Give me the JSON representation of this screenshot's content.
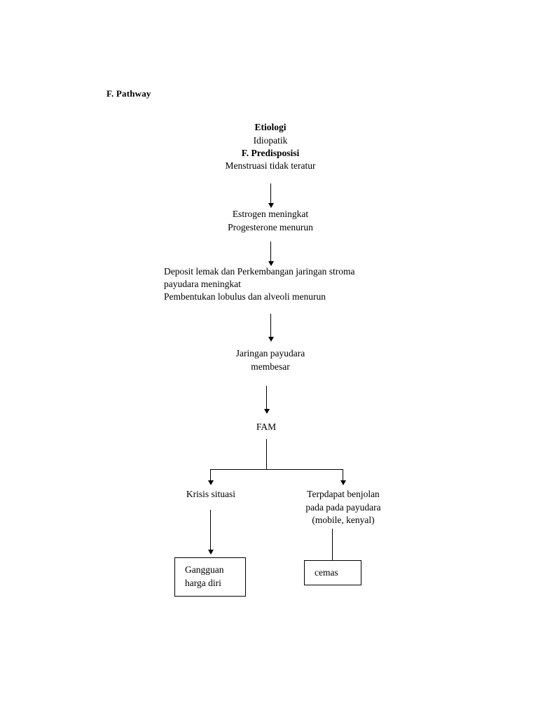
{
  "document": {
    "section_heading": "F. Pathway"
  },
  "chart_data": {
    "type": "flowchart",
    "title": "F. Pathway",
    "nodes": [
      {
        "id": "etiologi",
        "lines": [
          {
            "text": "Etiologi",
            "bold": true
          },
          {
            "text": "Idiopatik",
            "bold": false
          },
          {
            "text": "F. Predisposisi",
            "bold": true
          },
          {
            "text": "Menstruasi tidak teratur",
            "bold": false
          }
        ],
        "boxed": false
      },
      {
        "id": "hormon",
        "lines": [
          {
            "text": "Estrogen meningkat",
            "bold": false
          },
          {
            "text": "Progesterone menurun",
            "bold": false
          }
        ],
        "boxed": false
      },
      {
        "id": "deposit",
        "lines": [
          {
            "text": "Deposit lemak dan Perkembangan jaringan stroma",
            "bold": false
          },
          {
            "text": "payudara meningkat",
            "bold": false
          },
          {
            "text": "Pembentukan lobulus dan alveoli menurun",
            "bold": false
          }
        ],
        "boxed": false
      },
      {
        "id": "jaringan",
        "lines": [
          {
            "text": "Jaringan payudara",
            "bold": false
          },
          {
            "text": "membesar",
            "bold": false
          }
        ],
        "boxed": false
      },
      {
        "id": "fam",
        "lines": [
          {
            "text": "FAM",
            "bold": false
          }
        ],
        "boxed": false
      },
      {
        "id": "krisis",
        "lines": [
          {
            "text": "Krisis situasi",
            "bold": false
          }
        ],
        "boxed": false
      },
      {
        "id": "benjolan",
        "lines": [
          {
            "text": "Terpdapat benjolan",
            "bold": false
          },
          {
            "text": "pada pada payudara",
            "bold": false
          },
          {
            "text": "(mobile, kenyal)",
            "bold": false
          }
        ],
        "boxed": false
      },
      {
        "id": "gangguan",
        "lines": [
          {
            "text": "Gangguan",
            "bold": false
          },
          {
            "text": "harga diri",
            "bold": false
          }
        ],
        "boxed": true
      },
      {
        "id": "cemas",
        "lines": [
          {
            "text": "cemas",
            "bold": false
          }
        ],
        "boxed": true
      }
    ],
    "edges": [
      {
        "from": "etiologi",
        "to": "hormon",
        "style": "arrow"
      },
      {
        "from": "hormon",
        "to": "deposit",
        "style": "arrow"
      },
      {
        "from": "deposit",
        "to": "jaringan",
        "style": "arrow"
      },
      {
        "from": "jaringan",
        "to": "fam",
        "style": "arrow"
      },
      {
        "from": "fam",
        "to": "krisis",
        "style": "split-arrow"
      },
      {
        "from": "fam",
        "to": "benjolan",
        "style": "split-arrow"
      },
      {
        "from": "krisis",
        "to": "gangguan",
        "style": "arrow"
      },
      {
        "from": "benjolan",
        "to": "cemas",
        "style": "plain"
      }
    ]
  },
  "nodes_text": {
    "etiologi_title": "Etiologi",
    "etiologi_sub": "Idiopatik",
    "predisposisi_title": "F. Predisposisi",
    "predisposisi_sub": "Menstruasi tidak teratur",
    "hormon": "Estrogen meningkat\nProgesterone menurun",
    "deposit_line1": "Deposit lemak dan Perkembangan jaringan stroma",
    "deposit_line2": "payudara meningkat",
    "deposit_line3": "Pembentukan lobulus dan alveoli menurun",
    "jaringan": "Jaringan payudara\nmembesar",
    "fam": "FAM",
    "krisis": "Krisis situasi",
    "benjolan": "Terpdapat benjolan\npada pada payudara\n(mobile, kenyal)",
    "gangguan": "Gangguan\nharga diri",
    "cemas": "cemas"
  }
}
